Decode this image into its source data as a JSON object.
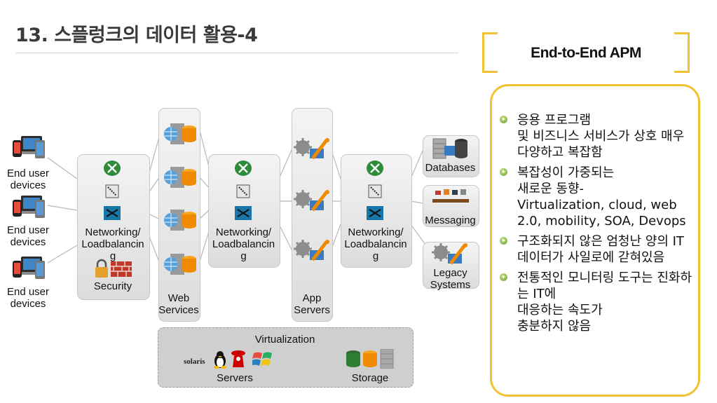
{
  "title": "13. 스플렁크의 데이터 활용-4",
  "apm": {
    "heading": "End-to-End APM",
    "bullets": [
      "응용 프로그램\n및 비즈니스 서비스가 상호 매우 다양하고 복잡함",
      "복잡성이 가중되는\n새로운 동향-\nVirtualization, cloud, web 2.0, mobility, SOA, Devops",
      "구조화되지 않은 엄청난 양의 IT데이터가 사일로에 갇혀있음",
      "전통적인 모니터링 도구는 진화하는 IT에\n대응하는 속도가\n충분하지 않음"
    ]
  },
  "diagram": {
    "end_user_label": "End user\ndevices",
    "networking_label": "Networking/\nLoadbalancin\ng",
    "security_label": "Security",
    "web_services_label": "Web\nServices",
    "app_servers_label": "App\nServers",
    "databases_label": "Databases",
    "messaging_label": "Messaging",
    "legacy_label": "Legacy\nSystems",
    "virtualization_label": "Virtualization",
    "servers_label": "Servers",
    "storage_label": "Storage",
    "solaris_logo": "solaris"
  },
  "colors": {
    "accent": "#f1c232",
    "router": "#2e8b3a",
    "switch": "#1976a8",
    "bullet": "#7cb342"
  }
}
